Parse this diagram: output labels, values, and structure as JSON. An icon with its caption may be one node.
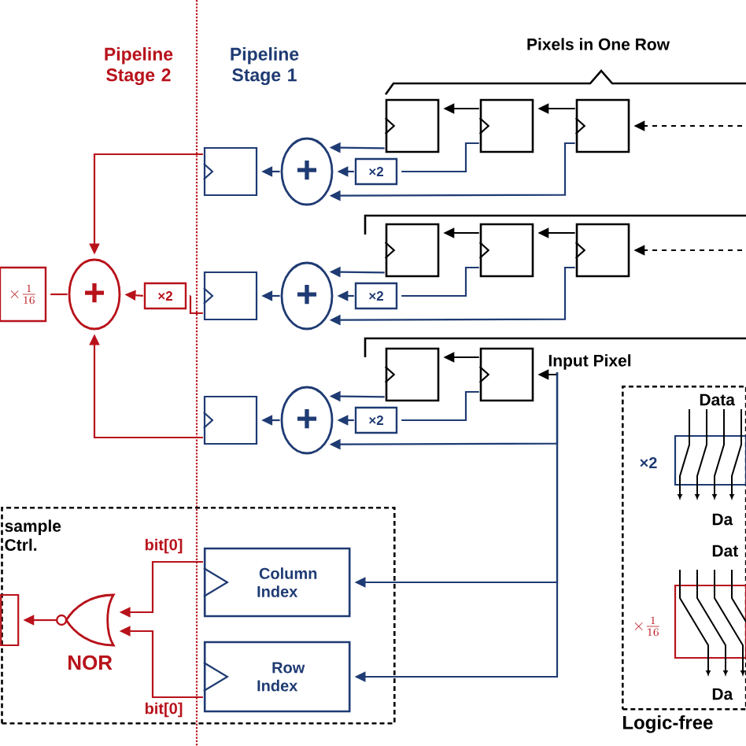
{
  "diagram": {
    "nodes": [
      {
        "text": [],
        "shape": "box"
      },
      {
        "text": [],
        "shape": "box"
      },
      {
        "text": [],
        "shape": "box"
      },
      {
        "text": [],
        "shape": "box"
      },
      {
        "text": [],
        "shape": "box"
      },
      {
        "text": [],
        "shape": "box"
      },
      {
        "text": [],
        "shape": "box"
      },
      {
        "text": [],
        "shape": "box"
      },
      {
        "text": [
          "×2"
        ]
      },
      {
        "text": [
          "×2"
        ]
      },
      {
        "text": [
          "×2"
        ]
      },
      {
        "text": [
          "+"
        ]
      },
      {
        "text": [
          "+"
        ]
      },
      {
        "text": [
          "+"
        ]
      },
      {
        "text": [],
        "shape": "box"
      },
      {
        "text": [],
        "shape": "box"
      },
      {
        "text": [],
        "shape": "box"
      },
      {
        "text": [
          "+"
        ]
      },
      {
        "text": [
          "×2"
        ]
      },
      {
        "text": [
          "\\times\\frac{1}{16}"
        ]
      },
      {
        "text": [
          "sample Ctrl."
        ]
      },
      {
        "text": [
          "Column Index"
        ],
        "in": 20
      },
      {
        "text": [
          "Row Index"
        ],
        "in": 20
      },
      {
        "text": [],
        "shape": "gate",
        "beside": [
          "NOR"
        ],
        "in": 20
      },
      {
        "text": [],
        "shape": "box",
        "in": 20
      },
      {
        "text": [
          "Logic-free"
        ]
      },
      {
        "text": [],
        "shape": "box",
        "in": 25
      },
      {
        "text": [],
        "shape": "box",
        "in": 25
      },
      {
        "text": [
          "Input Pixel"
        ]
      }
    ],
    "edges": [
      {
        "from": 1,
        "to": 0,
        "arrow": "to",
        "color": "#000000"
      },
      {
        "from": 2,
        "to": 1,
        "arrow": "to",
        "color": "#000000"
      },
      {
        "from": null,
        "to": 2,
        "arrow": "to",
        "style": "dashed",
        "color": "#000000"
      },
      {
        "from": 0,
        "to": 11,
        "arrow": "to"
      },
      {
        "from": 1,
        "to": 8,
        "arrow": "none"
      },
      {
        "from": 8,
        "to": 11,
        "arrow": "to"
      },
      {
        "from": 2,
        "to": 11,
        "arrow": "to"
      },
      {
        "from": 11,
        "to": 14,
        "arrow": "to"
      },
      {
        "from": 4,
        "to": 3,
        "arrow": "to",
        "color": "#000000"
      },
      {
        "from": 5,
        "to": 4,
        "arrow": "to",
        "color": "#000000"
      },
      {
        "from": null,
        "to": 5,
        "arrow": "to",
        "style": "dashed",
        "color": "#000000"
      },
      {
        "from": 3,
        "to": 12,
        "arrow": "to"
      },
      {
        "from": 4,
        "to": 9,
        "arrow": "none"
      },
      {
        "from": 9,
        "to": 12,
        "arrow": "to"
      },
      {
        "from": 5,
        "to": 12,
        "arrow": "to"
      },
      {
        "from": 12,
        "to": 15,
        "arrow": "to"
      },
      {
        "from": 7,
        "to": 6,
        "arrow": "to",
        "color": "#000000"
      },
      {
        "from": 28,
        "to": 7,
        "arrow": "to",
        "color": "#000000"
      },
      {
        "from": 6,
        "to": 13,
        "arrow": "to"
      },
      {
        "from": 7,
        "to": 10,
        "arrow": "none"
      },
      {
        "from": 10,
        "to": 13,
        "arrow": "to"
      },
      {
        "from": 28,
        "to": 13,
        "arrow": "to"
      },
      {
        "from": 13,
        "to": 16,
        "arrow": "to"
      },
      {
        "from": 28,
        "to": 21,
        "arrow": "to"
      },
      {
        "from": 28,
        "to": 22,
        "arrow": "to"
      },
      {
        "from": 14,
        "to": 17,
        "arrow": "to",
        "color": "#b8121b"
      },
      {
        "from": 15,
        "to": 18,
        "arrow": "none",
        "color": "#b8121b"
      },
      {
        "from": 18,
        "to": 17,
        "arrow": "to",
        "color": "#b8121b"
      },
      {
        "from": 16,
        "to": 17,
        "arrow": "to",
        "color": "#b8121b"
      },
      {
        "from": 17,
        "to": 19,
        "arrow": "none",
        "color": "#b8121b"
      },
      {
        "from": 21,
        "to": 23,
        "arrow": "to",
        "label": "bit[0]",
        "color": "#b8121b"
      },
      {
        "from": 22,
        "to": 23,
        "arrow": "to",
        "label": "bit[0]",
        "color": "#b8121b"
      },
      {
        "from": 23,
        "to": 24,
        "arrow": "to",
        "color": "#b8121b"
      }
    ],
    "labels": [
      "Pipeline Stage 2",
      "Pipeline Stage 1",
      "Pixels in One Row",
      "Data",
      "×2",
      "Da",
      "Dat",
      "\\times\\frac{1}{16}",
      "Da"
    ]
  }
}
